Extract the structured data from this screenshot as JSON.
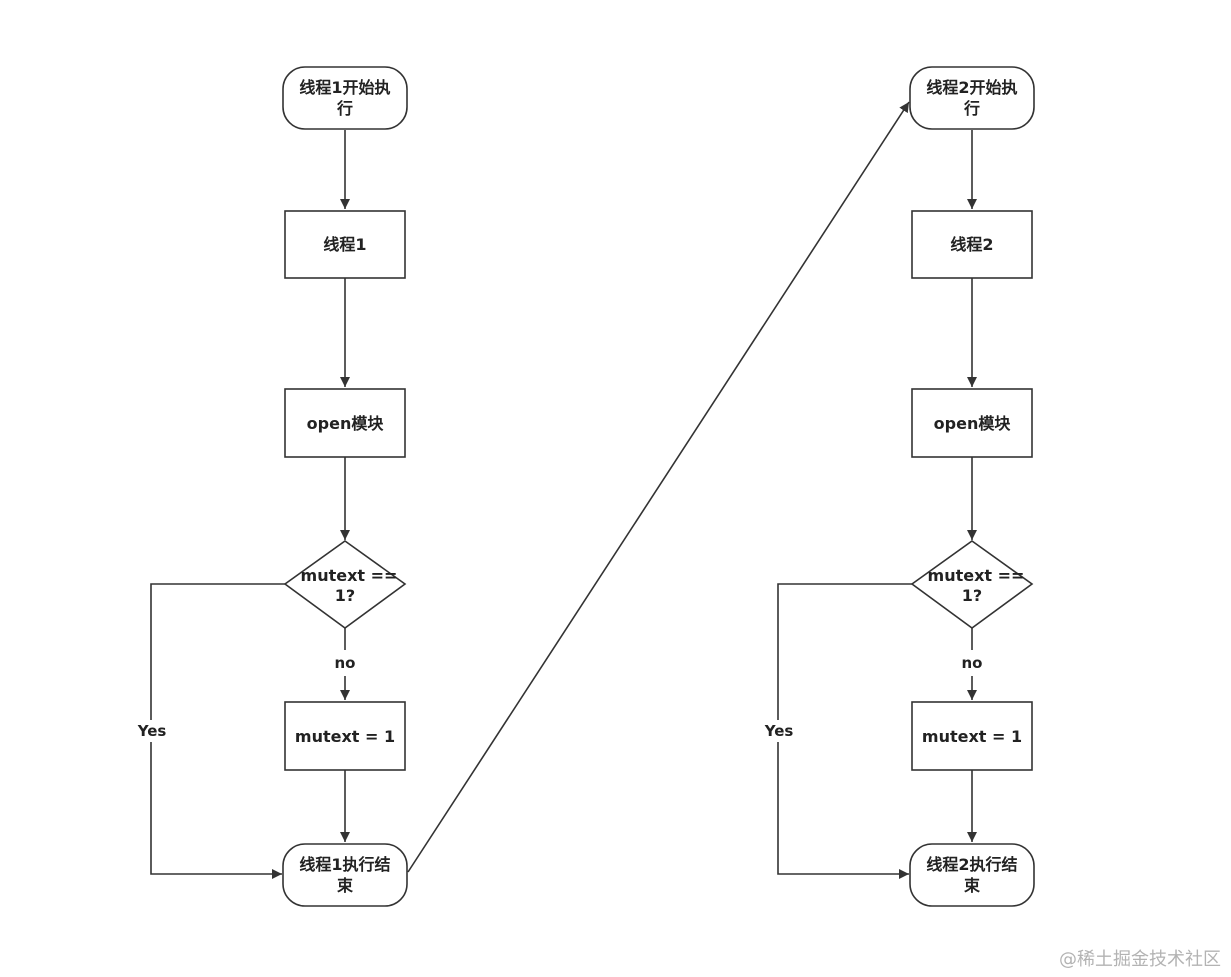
{
  "watermark": "@稀土掘金技术社区",
  "colors": {
    "stroke": "#333333",
    "fill": "#ffffff",
    "text": "#222222"
  },
  "flow1": {
    "start": [
      "线程1开始执",
      "行"
    ],
    "process": [
      "线程1"
    ],
    "open": [
      "open模块"
    ],
    "decision": [
      "mutext ==",
      "1?"
    ],
    "no_label": "no",
    "assign": [
      "mutext = 1"
    ],
    "yes_label": "Yes",
    "end": [
      "线程1执行结",
      "束"
    ]
  },
  "flow2": {
    "start": [
      "线程2开始执",
      "行"
    ],
    "process": [
      "线程2"
    ],
    "open": [
      "open模块"
    ],
    "decision": [
      "mutext ==",
      "1?"
    ],
    "no_label": "no",
    "assign": [
      "mutext = 1"
    ],
    "yes_label": "Yes",
    "end": [
      "线程2执行结",
      "束"
    ]
  }
}
